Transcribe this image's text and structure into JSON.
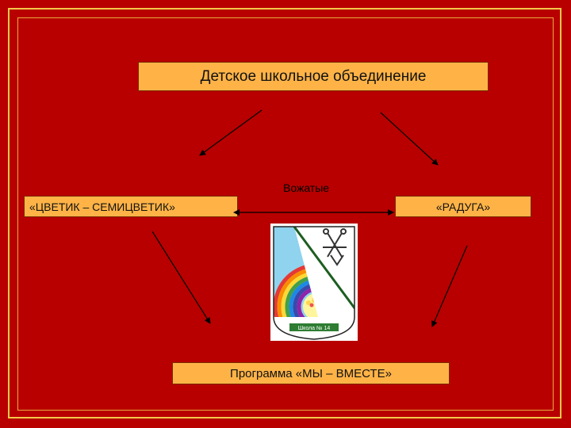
{
  "nodes": {
    "top": "Детское школьное объединение",
    "left": "«ЦВЕТИК – СЕМИЦВЕТИК»",
    "right": "«РАДУГА»",
    "bottom": "Программа «МЫ – ВМЕСТЕ»"
  },
  "connector_label": "Вожатые",
  "emblem": {
    "ribbon_text": "Школа № 14"
  },
  "colors": {
    "background": "#b80000",
    "frame": "#f2c94c",
    "box_fill": "#ffb347",
    "arrow": "#000000"
  }
}
